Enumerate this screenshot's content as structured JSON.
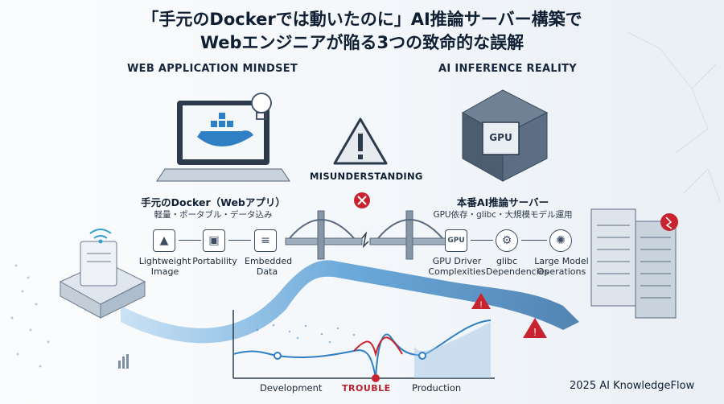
{
  "title": {
    "line1": "「手元のDockerでは動いたのに」AI推論サーバー構築で",
    "line2": "Webエンジニアが陥る3つの致命的な誤解"
  },
  "left": {
    "heading": "WEB APPLICATION MINDSET",
    "caption": "手元のDocker（Webアプリ）",
    "subcaption": "軽量・ポータブル・データ込み",
    "items": [
      {
        "label": "Lightweight Image",
        "icon": "image-icon"
      },
      {
        "label": "Portability",
        "icon": "briefcase-icon"
      },
      {
        "label": "Embedded Data",
        "icon": "database-icon"
      }
    ]
  },
  "right": {
    "heading": "AI INFERENCE REALITY",
    "caption": "本番AI推論サーバー",
    "subcaption": "GPU依存・glibc・大規模モデル運用",
    "chip_label": "GPU",
    "items": [
      {
        "label": "GPU Driver Complexities",
        "icon": "gpu-chip-icon",
        "chip": "GPU"
      },
      {
        "label": "glibc Dependencies",
        "icon": "gear-icon"
      },
      {
        "label": "Large Model Operations",
        "icon": "brain-icon"
      }
    ]
  },
  "center": {
    "warning_label": "MISUNDERSTANDING"
  },
  "timeline": {
    "labels": [
      "Development",
      "TROUBLE",
      "Production"
    ]
  },
  "footer": {
    "credit": "2025 AI KnowledgeFlow"
  },
  "colors": {
    "accent_blue": "#2f7fc4",
    "warning_red": "#c8242f",
    "dark": "#16273d"
  }
}
